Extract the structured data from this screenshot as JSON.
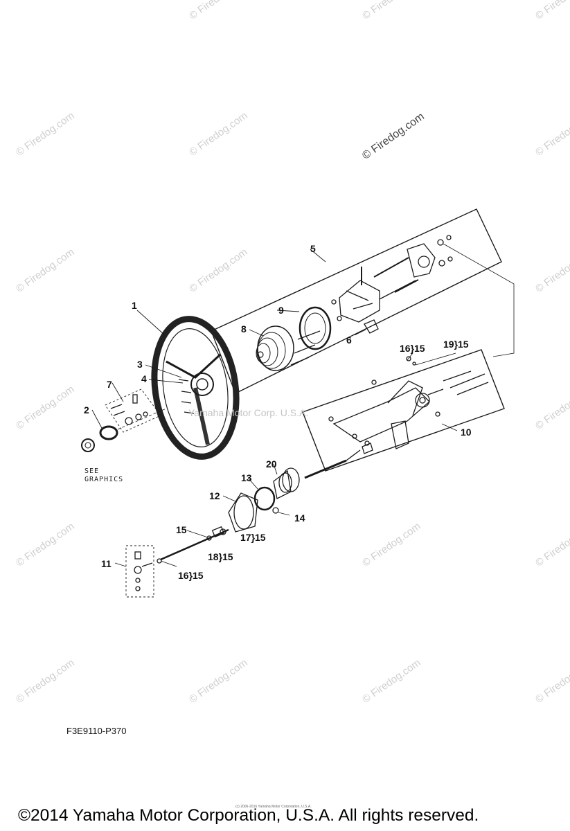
{
  "watermark": "© Firedog.com",
  "callouts": {
    "c1": "1",
    "c2": "2",
    "c3": "3",
    "c4": "4",
    "c5": "5",
    "c6": "6",
    "c7": "7",
    "c8": "8",
    "c9": "9",
    "c10": "10",
    "c11": "11",
    "c12": "12",
    "c13": "13",
    "c14": "14",
    "c15": "15",
    "c16a": "16}15",
    "c16b": "16}15",
    "c17": "17}15",
    "c18": "18}15",
    "c19": "19}15",
    "c20": "20"
  },
  "see_graphics": [
    "SEE",
    "GRAPHICS"
  ],
  "trademark_text": "Yamaha Motor Corp. U.S.A.",
  "diagram_code": "F3E9110-P370",
  "small_copyright": "(c) 2006-2016 Yamaha Motor Corporation, U.S.A.",
  "footer_copyright": "©2014 Yamaha Motor Corporation, U.S.A. All rights reserved."
}
